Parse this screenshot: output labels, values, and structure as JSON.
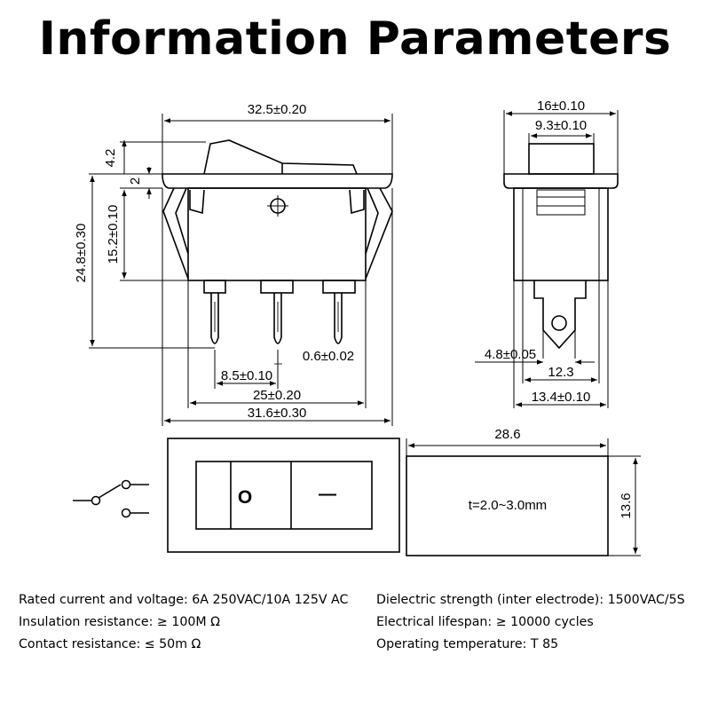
{
  "title": "Information Parameters",
  "front_view": {
    "overall_length": "32.5±0.20",
    "actuator_height": "4.2",
    "flange_thickness": "2",
    "overall_height": "24.8±0.30",
    "body_height": "15.2±0.10",
    "terminal_pitch": "8.5±0.10",
    "terminal_thickness": "0.6±0.02",
    "outer_terminal_span": "25±0.20",
    "body_length": "31.6±0.30"
  },
  "side_view": {
    "flange_width": "16±0.10",
    "actuator_width": "9.3±0.10",
    "terminal_width": "4.8±0.05",
    "body_width": "12.3",
    "frame_width": "13.4±0.10"
  },
  "top_view": {
    "on_symbol": "O",
    "off_symbol": "—"
  },
  "panel_cutout": {
    "width": "28.6",
    "height": "13.6",
    "panel_thickness": "t=2.0~3.0mm"
  },
  "specs": {
    "left": [
      "Rated current and voltage: 6A 250VAC/10A 125V AC",
      "Insulation resistance: ≥ 100M Ω",
      "Contact resistance: ≤ 50m Ω"
    ],
    "right": [
      "Dielectric strength (inter electrode): 1500VAC/5S",
      "Electrical lifespan: ≥ 10000 cycles",
      "Operating temperature: T 85"
    ]
  }
}
